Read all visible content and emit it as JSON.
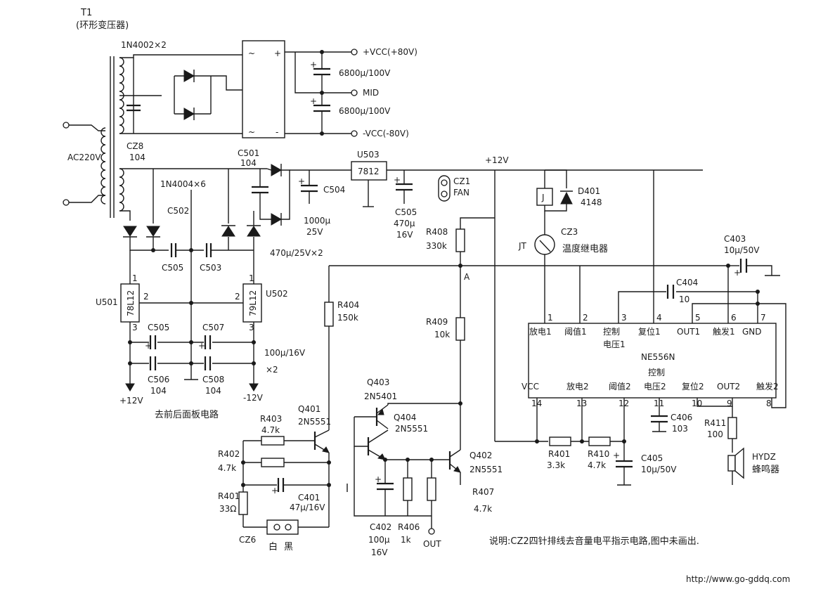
{
  "power": {
    "t1_ref": "T1",
    "t1_desc": "(环形变压器)",
    "bridge_diode": "1N4002×2",
    "ac_input": "AC220V",
    "cz8_ref": "CZ8",
    "cz8_val": "104",
    "filter_cap": "6800μ/100V",
    "vcc_pos": "+VCC(+80V)",
    "mid": "MID",
    "vcc_neg": "-VCC(-80V)",
    "bridge_plus": "+",
    "bridge_ac": "~",
    "bridge_minus": "-"
  },
  "rail12": {
    "c501_ref": "C501",
    "c501_val": "104",
    "diode_set": "1N4004×6",
    "c502": "C502",
    "c504_ref": "C504",
    "c504_val1": "1000μ",
    "c504_val2": "25V",
    "u503_ref": "U503",
    "u503_val": "7812",
    "c505_ref": "C505",
    "c505_val1": "470μ",
    "c505_val2": "16V",
    "plus12": "+12V",
    "cz1_ref": "CZ1",
    "cz1_val": "FAN",
    "d401_ref": "D401",
    "d401_val": "4148",
    "relay_coil": "J",
    "cz3_ref": "CZ3",
    "jt": "JT",
    "relay_desc": "温度继电器",
    "c505_lower": "C505",
    "c503": "C503",
    "cap_pair": "470μ/25V×2"
  },
  "regulators": {
    "u501_ref": "U501",
    "u501_val": "78L12",
    "u502_ref": "U502",
    "u502_val": "79L12",
    "pin1": "1",
    "pin2": "2",
    "pin3": "3",
    "c505": "C505",
    "c507": "C507",
    "c506": "C506",
    "c508": "C508",
    "cap104": "104",
    "cap_val": "100μ/16V",
    "cap_mult": "×2",
    "plus12": "+12V",
    "minus12": "-12V",
    "to_panel": "去前后面板电路"
  },
  "timer": {
    "ic_name": "NE556N",
    "top_pins": [
      "1",
      "2",
      "3",
      "4",
      "5",
      "6",
      "7"
    ],
    "top_labels": [
      "放电1",
      "阈值1",
      "控制",
      "复位1",
      "OUT1",
      "触发1",
      "GND"
    ],
    "top_label_line2": "电压1",
    "bottom_pins": [
      "14",
      "13",
      "12",
      "11",
      "10",
      "9",
      "8"
    ],
    "bottom_labels": [
      "VCC",
      "放电2",
      "阈值2",
      "电压2",
      "复位2",
      "OUT2",
      "触发2"
    ],
    "bottom_label_line1": "控制",
    "c403_ref": "C403",
    "c403_val": "10μ/50V",
    "c404_ref": "C404",
    "c404_val": "10",
    "c406_ref": "C406",
    "c406_val": "103",
    "r401_ref": "R401",
    "r401_val": "3.3k",
    "r410_ref": "R410",
    "r410_val": "4.7k",
    "c405_ref": "C405",
    "c405_val": "10μ/50V",
    "r411_ref": "R411",
    "r411_val": "100",
    "buzzer_ref": "HYDZ",
    "buzzer_desc": "蜂鸣器"
  },
  "transistors": {
    "r408_ref": "R408",
    "r408_val": "330k",
    "node_a": "A",
    "r404_ref": "R404",
    "r404_val": "150k",
    "r409_ref": "R409",
    "r409_val": "10k",
    "q403_ref": "Q403",
    "q403_val": "2N5401",
    "q404_ref": "Q404",
    "q404_val": "2N5551",
    "q401_ref": "Q401",
    "q401_val": "2N5551",
    "q402_ref": "Q402",
    "q402_val": "2N5551",
    "r403_ref": "R403",
    "r403_val": "4.7k",
    "r402_ref": "R402",
    "r402_val": "4.7k",
    "r401_ref": "R401",
    "r401_val": "33Ω",
    "c401_ref": "C401",
    "c401_val": "47μ/16V",
    "cz6_ref": "CZ6",
    "cz6_white": "白",
    "cz6_black": "黑",
    "c402_ref": "C402",
    "c402_val1": "100μ",
    "c402_val2": "16V",
    "r406_ref": "R406",
    "r406_val": "1k",
    "r407_ref": "R407",
    "r407_val": "4.7k",
    "out": "OUT"
  },
  "note": "说明:CZ2四针排线去音量电平指示电路,图中未画出.",
  "watermark": "http://www.go-gddq.com"
}
